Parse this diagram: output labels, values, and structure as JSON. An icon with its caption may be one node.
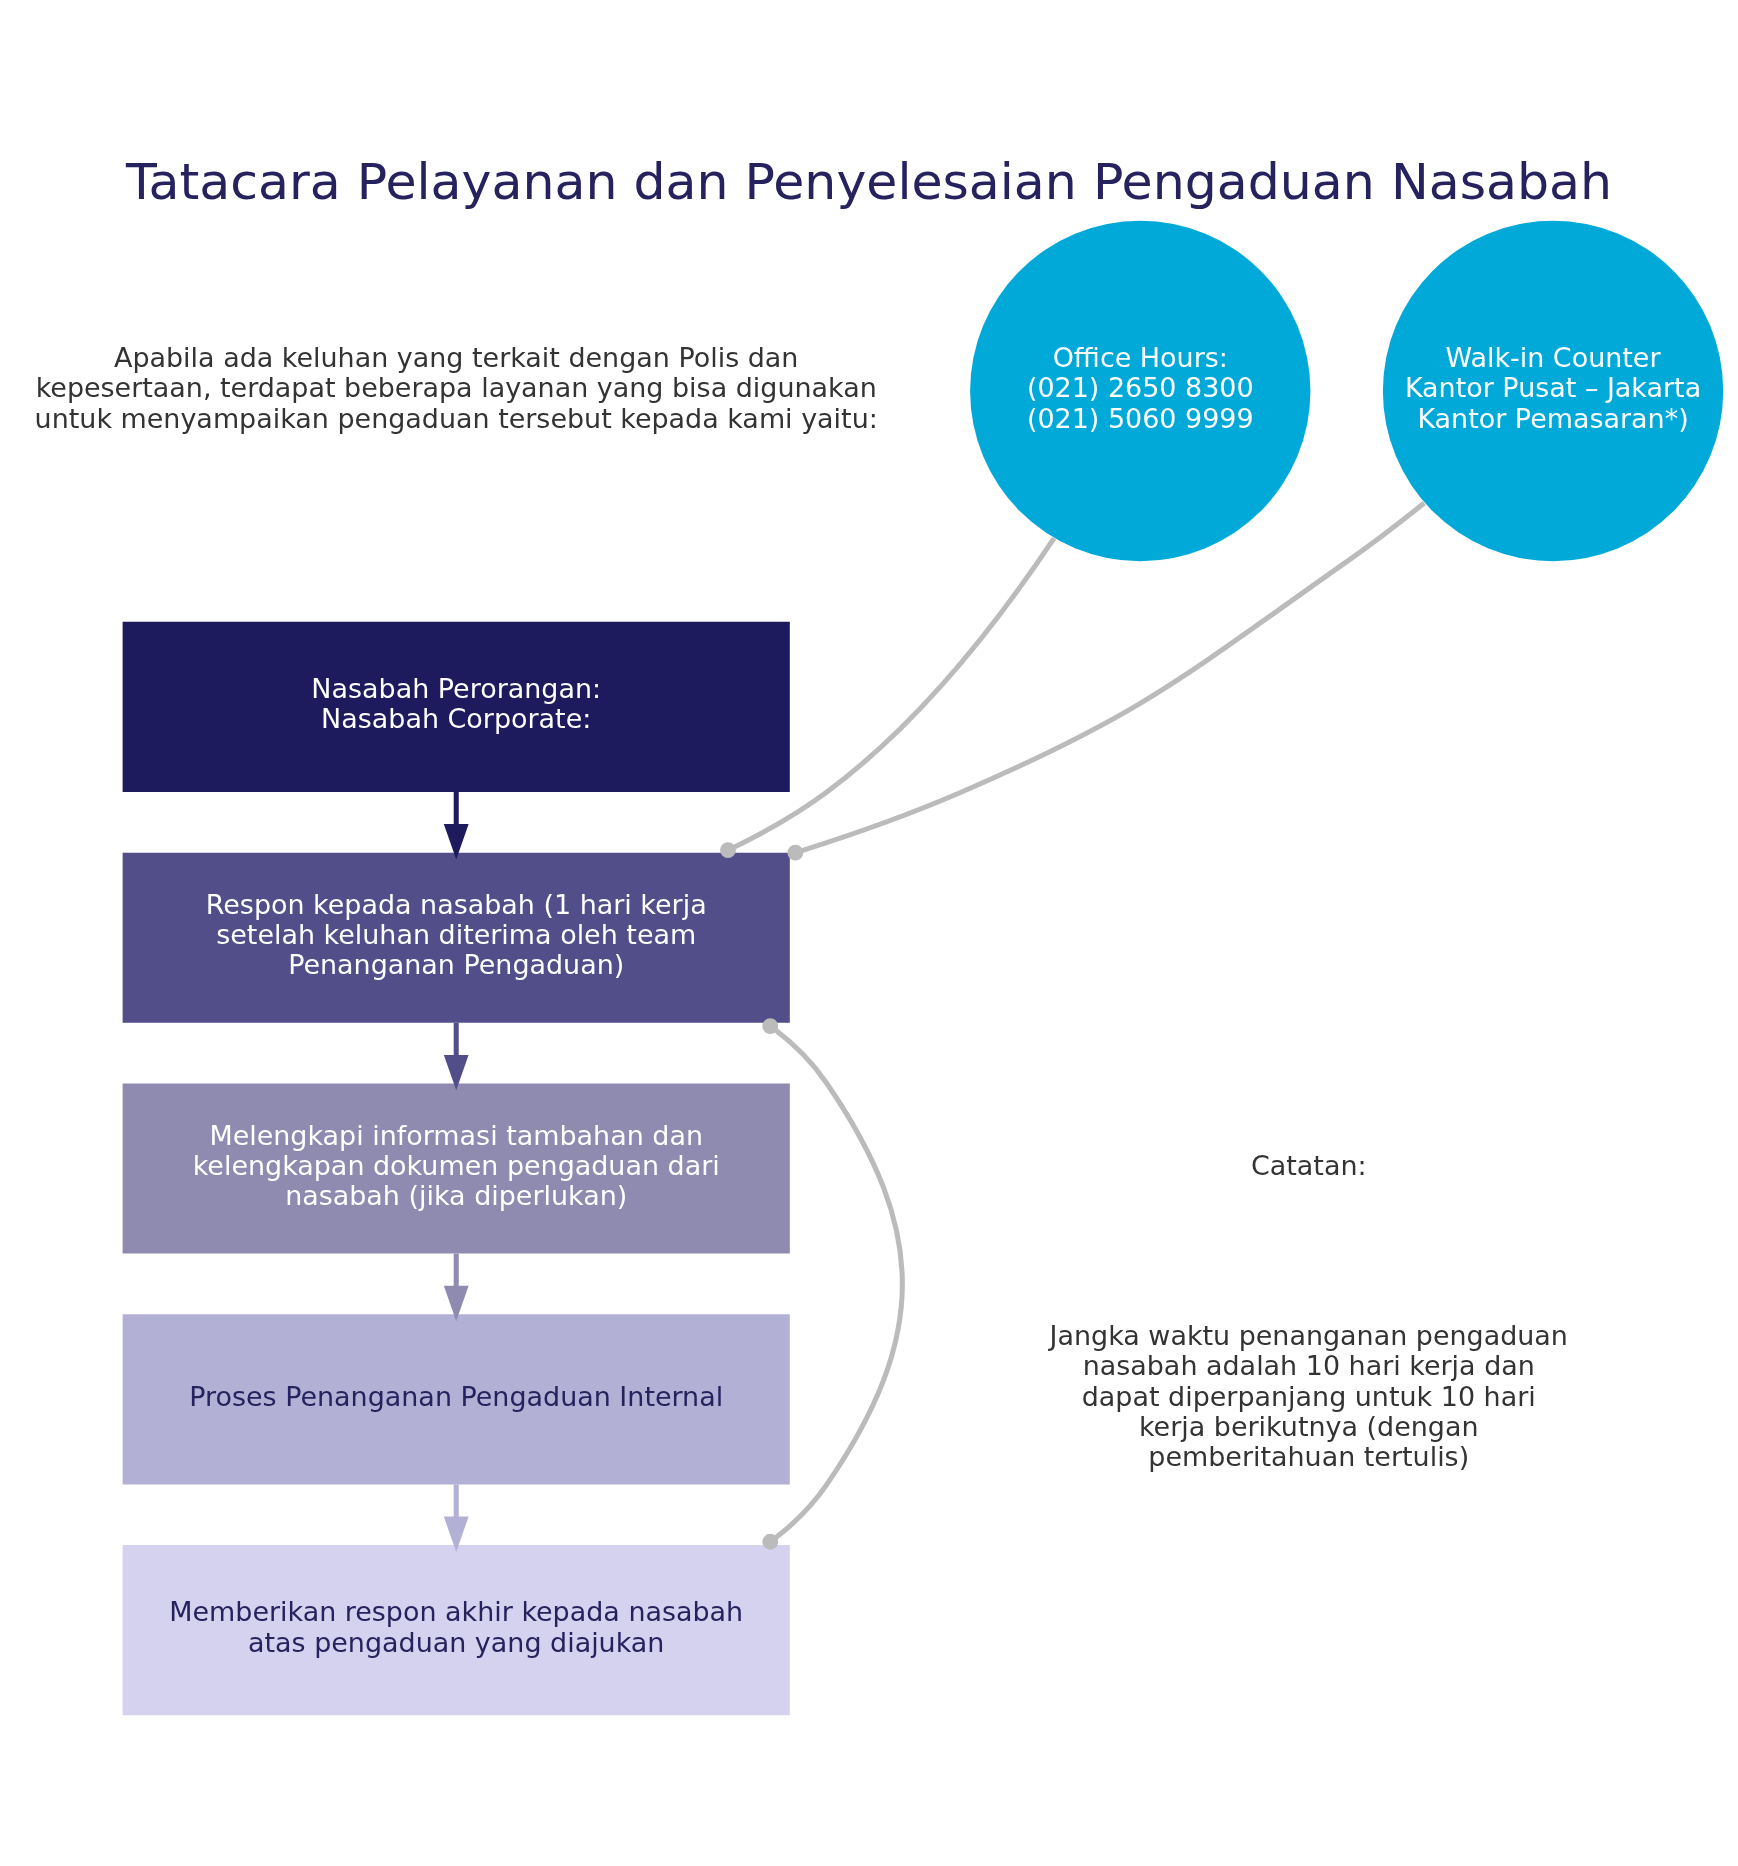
{
  "diagram": {
    "title": "Tatacara Pelayanan dan Penyelesaian Pengaduan Nasabah",
    "nodes": [
      {
        "text": [
          "Office Hours:",
          "(021) 2650 8300",
          "(021) 5060 9999"
        ]
      },
      {
        "text": [
          "Walk-in Counter",
          "Kantor Pusat – Jakarta",
          "Kantor Pemasaran*)"
        ]
      },
      {
        "text": [
          "Nasabah Perorangan:",
          "Nasabah Corporate:"
        ]
      },
      {
        "text": [
          "Respon kepada nasabah (1 hari kerja setelah keluhan diterima oleh team Penanganan Pengaduan)"
        ]
      },
      {
        "text": [
          "Melengkapi informasi tambahan dan kelengkapan dokumen pengaduan dari nasabah (jika diperlukan)"
        ]
      },
      {
        "text": [
          "Proses Penanganan Pengaduan Internal"
        ]
      },
      {
        "text": [
          "Memberikan respon akhir kepada nasabah atas pengaduan yang diajukan"
        ]
      }
    ],
    "edges": [
      {
        "from": 2,
        "to": 3,
        "arrow": "to",
        "color": "#1e1a5e"
      },
      {
        "from": 3,
        "to": 4,
        "arrow": "to",
        "color": "#524e8a"
      },
      {
        "from": 4,
        "to": 5,
        "arrow": "to",
        "color": "#8e8ab0"
      },
      {
        "from": 5,
        "to": 6,
        "arrow": "to",
        "color": "#b3b0d6"
      },
      {
        "from": 0,
        "to": 3,
        "arrow": "other"
      },
      {
        "from": 1,
        "to": 3,
        "arrow": "other"
      },
      {
        "from": 3,
        "to": 6,
        "arrow": "other"
      }
    ],
    "labels": [
      "Apabila ada keluhan yang terkait dengan Polis dan kepesertaan, terdapat beberapa layanan yang bisa digunakan untuk menyampaikan pengaduan tersebut kepada kami yaitu:",
      "Catatan:",
      "Jangka waktu penanganan pengaduan nasabah adalah 10 hari kerja dan dapat diperpanjang untuk 10 hari kerja berikutnya (dengan pemberitahuan tertulis)"
    ]
  }
}
